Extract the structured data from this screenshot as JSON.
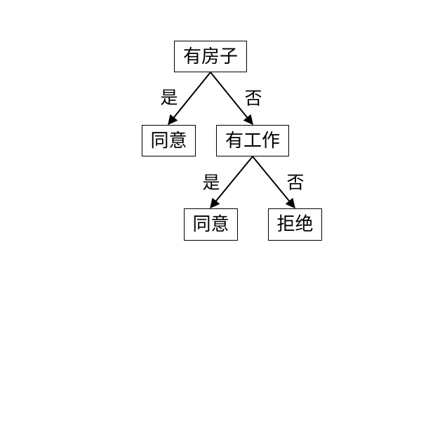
{
  "tree": {
    "root": {
      "label": "有房子"
    },
    "root_yes_branch": {
      "edge_label": "是",
      "leaf": "同意"
    },
    "root_no_branch": {
      "edge_label": "否",
      "node": {
        "label": "有工作"
      },
      "yes_branch": {
        "edge_label": "是",
        "leaf": "同意"
      },
      "no_branch": {
        "edge_label": "否",
        "leaf": "拒绝"
      }
    }
  },
  "colors": {
    "line": "#000000",
    "box_border": "#000000",
    "background": "#ffffff"
  }
}
